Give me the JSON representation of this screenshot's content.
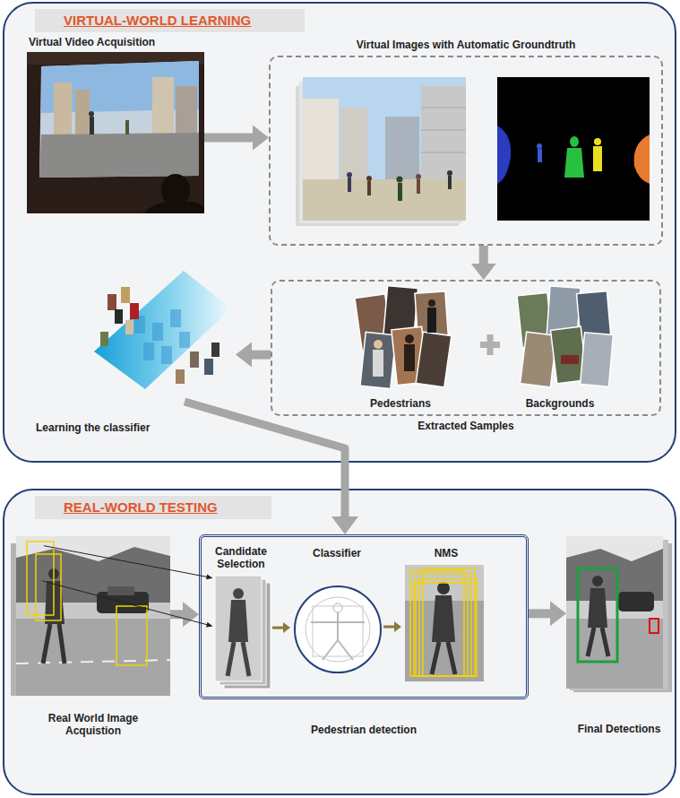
{
  "diagram": {
    "nodes": [
      {
        "text": [
          "VIRTUAL-WORLD LEARNING"
        ]
      },
      {
        "text": [
          "Virtual Video Acquisition"
        ],
        "in": 0
      },
      {
        "text": [
          "Virtual Images with Automatic Groundtruth"
        ],
        "in": 0
      },
      {
        "text": [
          "Extracted Samples"
        ],
        "in": 0
      },
      {
        "text": [
          "Pedestrians"
        ],
        "in": 3
      },
      {
        "text": [
          "Backgrounds"
        ],
        "in": 3
      },
      {
        "text": [
          "Learning the classifier"
        ],
        "in": 0
      },
      {
        "text": [
          "REAL-WORLD TESTING"
        ]
      },
      {
        "text": [
          "Real World Image Acquistion"
        ],
        "in": 7
      },
      {
        "text": [
          "Pedestrian detection"
        ],
        "in": 7
      },
      {
        "text": [
          "Candidate Selection"
        ],
        "in": 9
      },
      {
        "text": [
          "Classifier"
        ],
        "in": 9
      },
      {
        "text": [
          "NMS"
        ],
        "in": 9
      },
      {
        "text": [
          "Final Detections"
        ],
        "in": 7
      }
    ],
    "edges": [
      {
        "from": 1,
        "to": 2,
        "arrow": "to"
      },
      {
        "from": 2,
        "to": 3,
        "arrow": "to"
      },
      {
        "from": 3,
        "to": 6,
        "arrow": "to"
      },
      {
        "from": 6,
        "to": 9,
        "arrow": "to"
      },
      {
        "from": 8,
        "to": 9,
        "arrow": "to"
      },
      {
        "from": 8,
        "to": 10,
        "arrow": "to"
      },
      {
        "from": 8,
        "to": 10,
        "arrow": "to"
      },
      {
        "from": 10,
        "to": 11,
        "arrow": "to"
      },
      {
        "from": 11,
        "to": 12,
        "arrow": "to"
      },
      {
        "from": 9,
        "to": 13,
        "arrow": "to"
      }
    ]
  }
}
